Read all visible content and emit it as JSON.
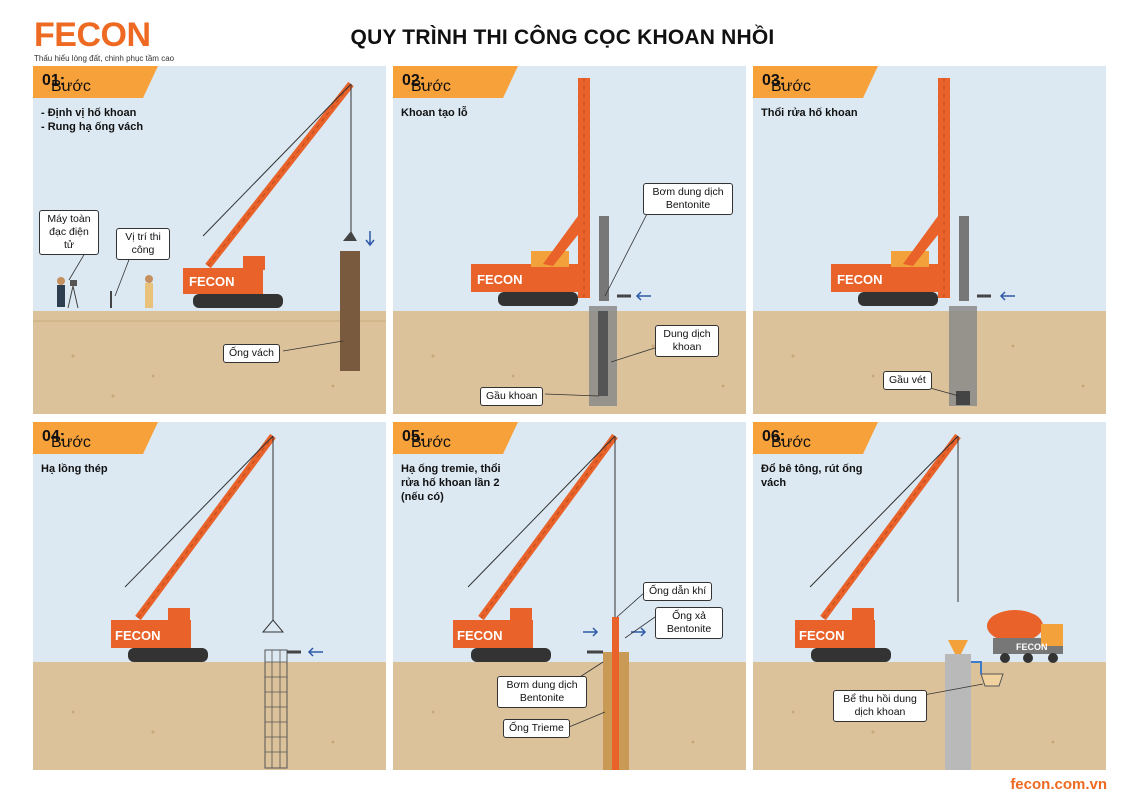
{
  "brand": {
    "name": "FECON",
    "tagline": "Thấu hiểu lòng đất, chinh phục tầm cao",
    "website": "fecon.com.vn",
    "color": "#ee6a22"
  },
  "title": "QUY TRÌNH THI CÔNG CỌC KHOAN NHỒI",
  "steps": [
    {
      "prefix": "Bước",
      "number": "01:",
      "lines": [
        "- Định vị hố khoan",
        "- Rung hạ ống vách"
      ],
      "labels": [
        "Máy toàn đạc điện tử",
        "Vị trí thi công",
        "Ống vách"
      ]
    },
    {
      "prefix": "Bước",
      "number": "02:",
      "lines": [
        "Khoan tạo lỗ"
      ],
      "labels": [
        "Bơm dung dịch Bentonite",
        "Dung dịch khoan",
        "Gầu khoan"
      ]
    },
    {
      "prefix": "Bước",
      "number": "03:",
      "lines": [
        "Thổi rửa hố khoan"
      ],
      "labels": [
        "Gầu vét"
      ]
    },
    {
      "prefix": "Bước",
      "number": "04:",
      "lines": [
        "Hạ lồng thép"
      ],
      "labels": []
    },
    {
      "prefix": "Bước",
      "number": "05:",
      "lines": [
        "Hạ ống tremie, thổi",
        "rửa hố khoan lần 2",
        "(nếu có)"
      ],
      "labels": [
        "Ống dẫn khí",
        "Ống xả Bentonite",
        "Bơm dung dịch Bentonite",
        "Ống Trieme"
      ]
    },
    {
      "prefix": "Bước",
      "number": "06:",
      "lines": [
        "Đổ bê tông, rút ống",
        "vách"
      ],
      "labels": [
        "Bể thu hồi dung dịch khoan"
      ]
    }
  ],
  "colors": {
    "sky": "#dce9f3",
    "ground": "#dfc49e",
    "soil": "#d8b98c",
    "badge": "#f7a13b",
    "machine": "#e8622a",
    "arrow": "#2f5aa8"
  }
}
